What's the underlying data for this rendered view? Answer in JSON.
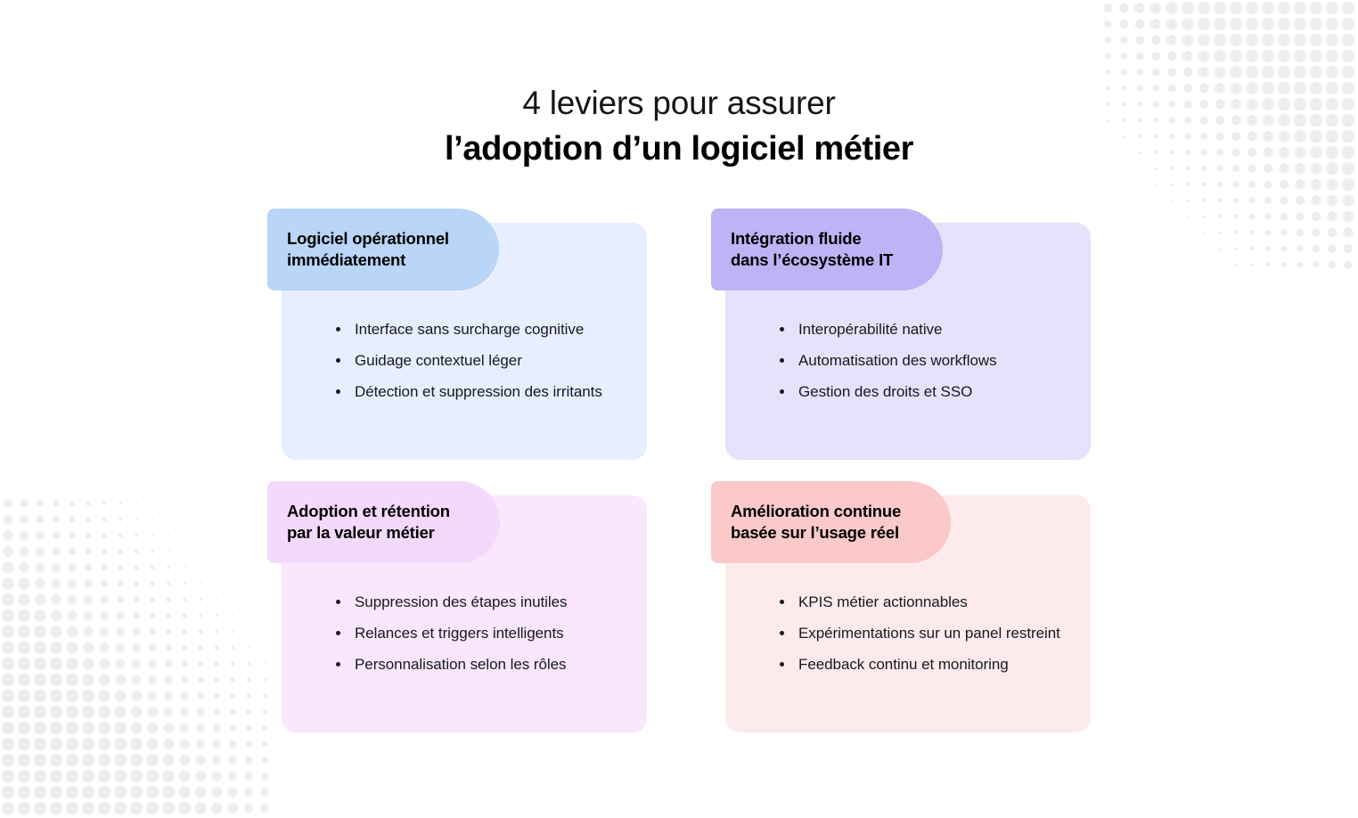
{
  "background_color": "#ffffff",
  "title": {
    "line1": "4 leviers pour assurer",
    "line2": "l’adoption d’un logiciel métier"
  },
  "decorations": {
    "top_right_pattern": "halftone-dot-grid",
    "bottom_left_pattern": "halftone-dot-grid",
    "dot_color": "#edeef0"
  },
  "cards": [
    {
      "title": "Logiciel opérationnel\nimmédiatement",
      "badge_color": "#b9d5f7",
      "body_color": "#e6eeff",
      "items": [
        "Interface sans surcharge cognitive",
        "Guidage contextuel léger",
        "Détection et suppression des irritants"
      ]
    },
    {
      "title": "Intégration fluide\ndans l’écosystème IT",
      "badge_color": "#bdb4f5",
      "body_color": "#e6e2fb",
      "items": [
        "Interopérabilité native",
        "Automatisation des workflows",
        "Gestion des droits et SSO"
      ]
    },
    {
      "title": "Adoption et rétention\npar la valeur métier",
      "badge_color": "#f3d9fb",
      "body_color": "#fae6fd",
      "items": [
        "Suppression des étapes inutiles",
        "Relances et triggers intelligents",
        "Personnalisation selon les rôles"
      ]
    },
    {
      "title": "Amélioration continue\nbasée sur l’usage réel",
      "badge_color": "#fbc9c9",
      "body_color": "#fdeaec",
      "items": [
        "KPIS métier actionnables",
        "Expérimentations sur un panel restreint",
        "Feedback continu et monitoring"
      ]
    }
  ]
}
